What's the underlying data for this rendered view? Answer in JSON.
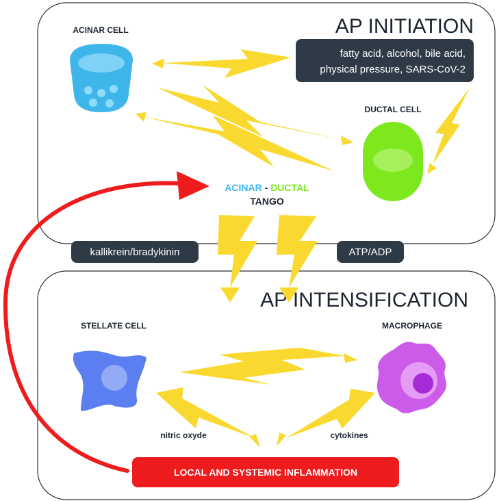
{
  "panels": {
    "initiation_title": "AP INITIATION",
    "intensification_title": "AP INTENSIFICATION"
  },
  "cells": {
    "acinar": "ACINAR CELL",
    "ductal": "DUCTAL CELL",
    "stellate": "STELLATE CELL",
    "macrophage": "MACROPHAGE"
  },
  "triggers": {
    "line1": "fatty acid, alcohol, bile acid,",
    "line2": "physical pressure, SARS-CoV-2"
  },
  "tango": {
    "acinar": "ACINAR",
    "dash": " - ",
    "ductal": "DUCTAL",
    "tango": "TANGO"
  },
  "mediators": {
    "kallikrein": "kallikrein/bradykinin",
    "atp": "ATP/ADP",
    "nitric": "nitric oxyde",
    "cytokines": "cytokines"
  },
  "inflammation": "LOCAL AND SYSTEMIC INFLAMMATION",
  "colors": {
    "acinar_blue": "#3fb6ea",
    "ductal_green": "#7ee81f",
    "stellate_blue": "#5b7ff0",
    "macrophage_purple": "#cc5bea",
    "bolt_yellow": "#f9d92f",
    "inflammation_red": "#ee1c1c",
    "dark_box": "#2e3a46"
  }
}
